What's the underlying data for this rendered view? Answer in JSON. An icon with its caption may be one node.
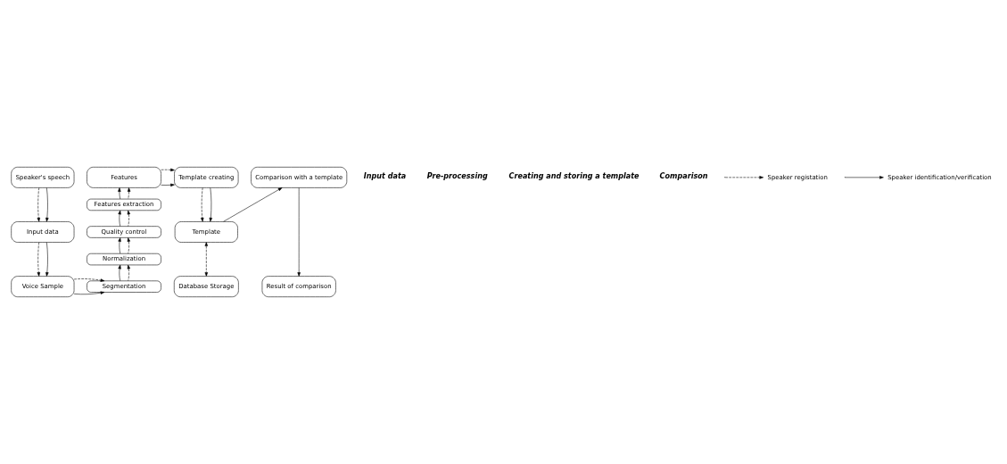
{
  "diagram": {
    "nodes": [
      {
        "text": [
          "Speaker's speech"
        ]
      },
      {
        "text": [
          "Input data"
        ]
      },
      {
        "text": [
          "Voice Sample"
        ]
      },
      {
        "text": [
          "Features"
        ]
      },
      {
        "text": [
          "Features extraction"
        ]
      },
      {
        "text": [
          "Quality control"
        ]
      },
      {
        "text": [
          "Normalization"
        ]
      },
      {
        "text": [
          "Segmentation"
        ]
      },
      {
        "text": [
          "Template creating"
        ]
      },
      {
        "text": [
          "Template"
        ]
      },
      {
        "text": [
          "Database Storage"
        ]
      },
      {
        "text": [
          "Comparison with a template"
        ]
      },
      {
        "text": [
          "Result of comparison"
        ]
      }
    ],
    "edges": [
      {
        "from": 0,
        "to": 1,
        "arrow": "to",
        "style": "dashed"
      },
      {
        "from": 0,
        "to": 1,
        "arrow": "to"
      },
      {
        "from": 1,
        "to": 2,
        "arrow": "to",
        "style": "dashed"
      },
      {
        "from": 1,
        "to": 2,
        "arrow": "to"
      },
      {
        "from": 2,
        "to": 7,
        "arrow": "to"
      },
      {
        "from": 2,
        "to": 7,
        "arrow": "to",
        "style": "dashed"
      },
      {
        "from": 7,
        "to": 6,
        "arrow": "to"
      },
      {
        "from": 7,
        "to": 6,
        "arrow": "to",
        "style": "dashed"
      },
      {
        "from": 6,
        "to": 5,
        "arrow": "to"
      },
      {
        "from": 6,
        "to": 5,
        "arrow": "to",
        "style": "dashed"
      },
      {
        "from": 5,
        "to": 4,
        "arrow": "to"
      },
      {
        "from": 5,
        "to": 4,
        "arrow": "to",
        "style": "dashed"
      },
      {
        "from": 4,
        "to": 3,
        "arrow": "to"
      },
      {
        "from": 4,
        "to": 3,
        "arrow": "to",
        "style": "dashed"
      },
      {
        "from": 3,
        "to": 8,
        "arrow": "to"
      },
      {
        "from": 3,
        "to": 8,
        "arrow": "to",
        "style": "dashed"
      },
      {
        "from": 8,
        "to": 9,
        "arrow": "to",
        "style": "dashed"
      },
      {
        "from": 8,
        "to": 9,
        "arrow": "to"
      },
      {
        "from": 9,
        "to": 10,
        "arrow": "both",
        "style": "dashed"
      },
      {
        "from": 9,
        "to": 11,
        "arrow": "to"
      },
      {
        "from": 11,
        "to": 12,
        "arrow": "to"
      }
    ],
    "labels": [
      "Input data",
      "Pre-processing",
      "Creating and storing a template",
      "Comparison"
    ],
    "legend": [
      {
        "text": "Speaker registation"
      },
      {
        "text": "Speaker identification/verification"
      }
    ]
  }
}
